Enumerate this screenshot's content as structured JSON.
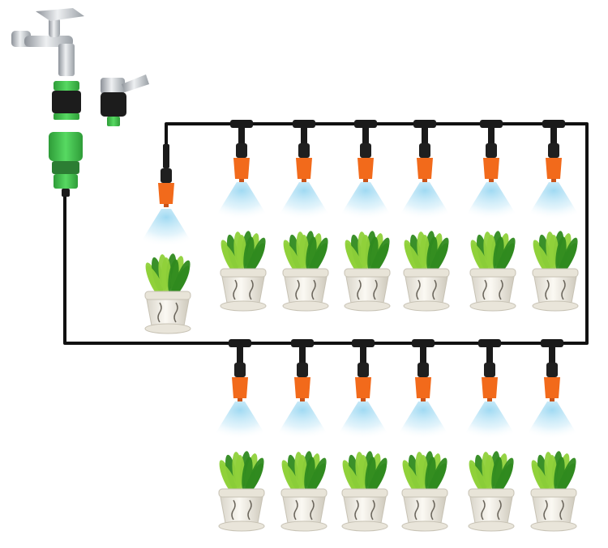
{
  "diagram": {
    "kind": "drip-irrigation-kit",
    "colors": {
      "hose": "#111111",
      "nozzle_tip": "#f26a1b",
      "nozzle_body": "#1f1f1f",
      "mist": "#8fd3f0",
      "adapter_green": "#3ec04a",
      "faucet_metal": "#c9ccd1",
      "pot": "#f2efe6",
      "leaf_light": "#8fd13a",
      "leaf_dark": "#2f8a1f"
    },
    "components": {
      "faucet": "faucet-icon",
      "faucet_adapter": "faucet-adapter-icon",
      "metal_adapter": "metal-adapter-icon",
      "quick_connector": "quick-connector-icon",
      "tee_fitting": "tee-fitting-icon",
      "mist_nozzle": "mist-nozzle-icon",
      "potted_plant": "potted-plant-icon"
    },
    "counts": {
      "nozzles_total": 13,
      "plants_total": 13,
      "top_row_tees": 6,
      "bottom_row_tees": 6,
      "end_nozzle": 1
    }
  }
}
